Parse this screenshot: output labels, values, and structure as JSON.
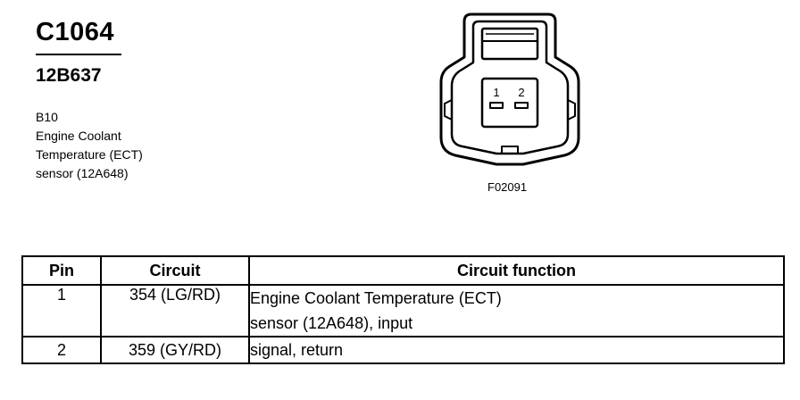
{
  "header": {
    "connector_id": "C1064",
    "part_number": "12B637",
    "description_lines": [
      "B10",
      "Engine Coolant",
      "Temperature (ECT)",
      "sensor (12A648)"
    ]
  },
  "connector_figure": {
    "pin_labels": [
      "1",
      "2"
    ],
    "figure_code": "F02091"
  },
  "pin_table": {
    "headers": {
      "pin": "Pin",
      "circuit": "Circuit",
      "function": "Circuit function"
    },
    "rows": [
      {
        "pin": "1",
        "circuit": "354 (LG/RD)",
        "function_lines": [
          "Engine Coolant Temperature (ECT)",
          "sensor (12A648), input"
        ]
      },
      {
        "pin": "2",
        "circuit": "359 (GY/RD)",
        "function_lines": [
          "signal, return"
        ]
      }
    ]
  }
}
